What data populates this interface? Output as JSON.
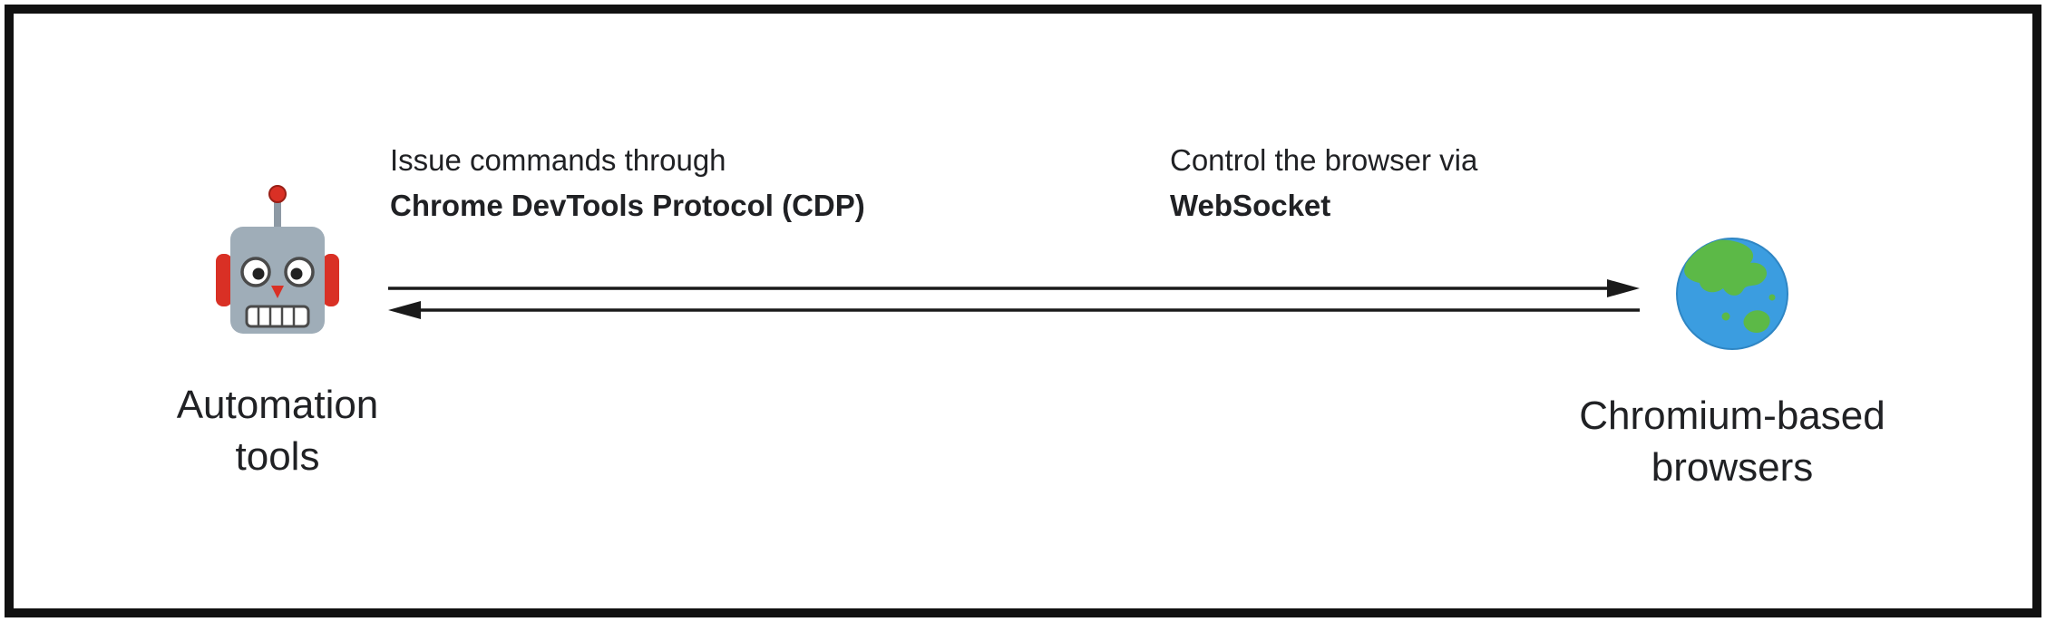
{
  "diagram": {
    "left_node": {
      "icon": "robot",
      "label_lines": [
        "Automation",
        "tools"
      ]
    },
    "right_node": {
      "icon": "globe-asia-australia",
      "label_lines": [
        "Chromium-based",
        "browsers"
      ]
    },
    "left_annotation": {
      "line1": "Issue commands through",
      "line2_bold": "Chrome DevTools Protocol (CDP)"
    },
    "right_annotation": {
      "line1": "Control the browser via",
      "line2_bold": "WebSocket"
    },
    "arrows": {
      "top_direction": "left-to-right",
      "bottom_direction": "right-to-left"
    }
  },
  "colors": {
    "frame_border": "#111111",
    "background": "#ffffff",
    "text": "#202124",
    "arrow": "#1a1a1a",
    "robot_red": "#d93025",
    "robot_gray": "#9fadb8",
    "globe_ocean": "#3b9de0",
    "globe_land": "#5cb947"
  }
}
